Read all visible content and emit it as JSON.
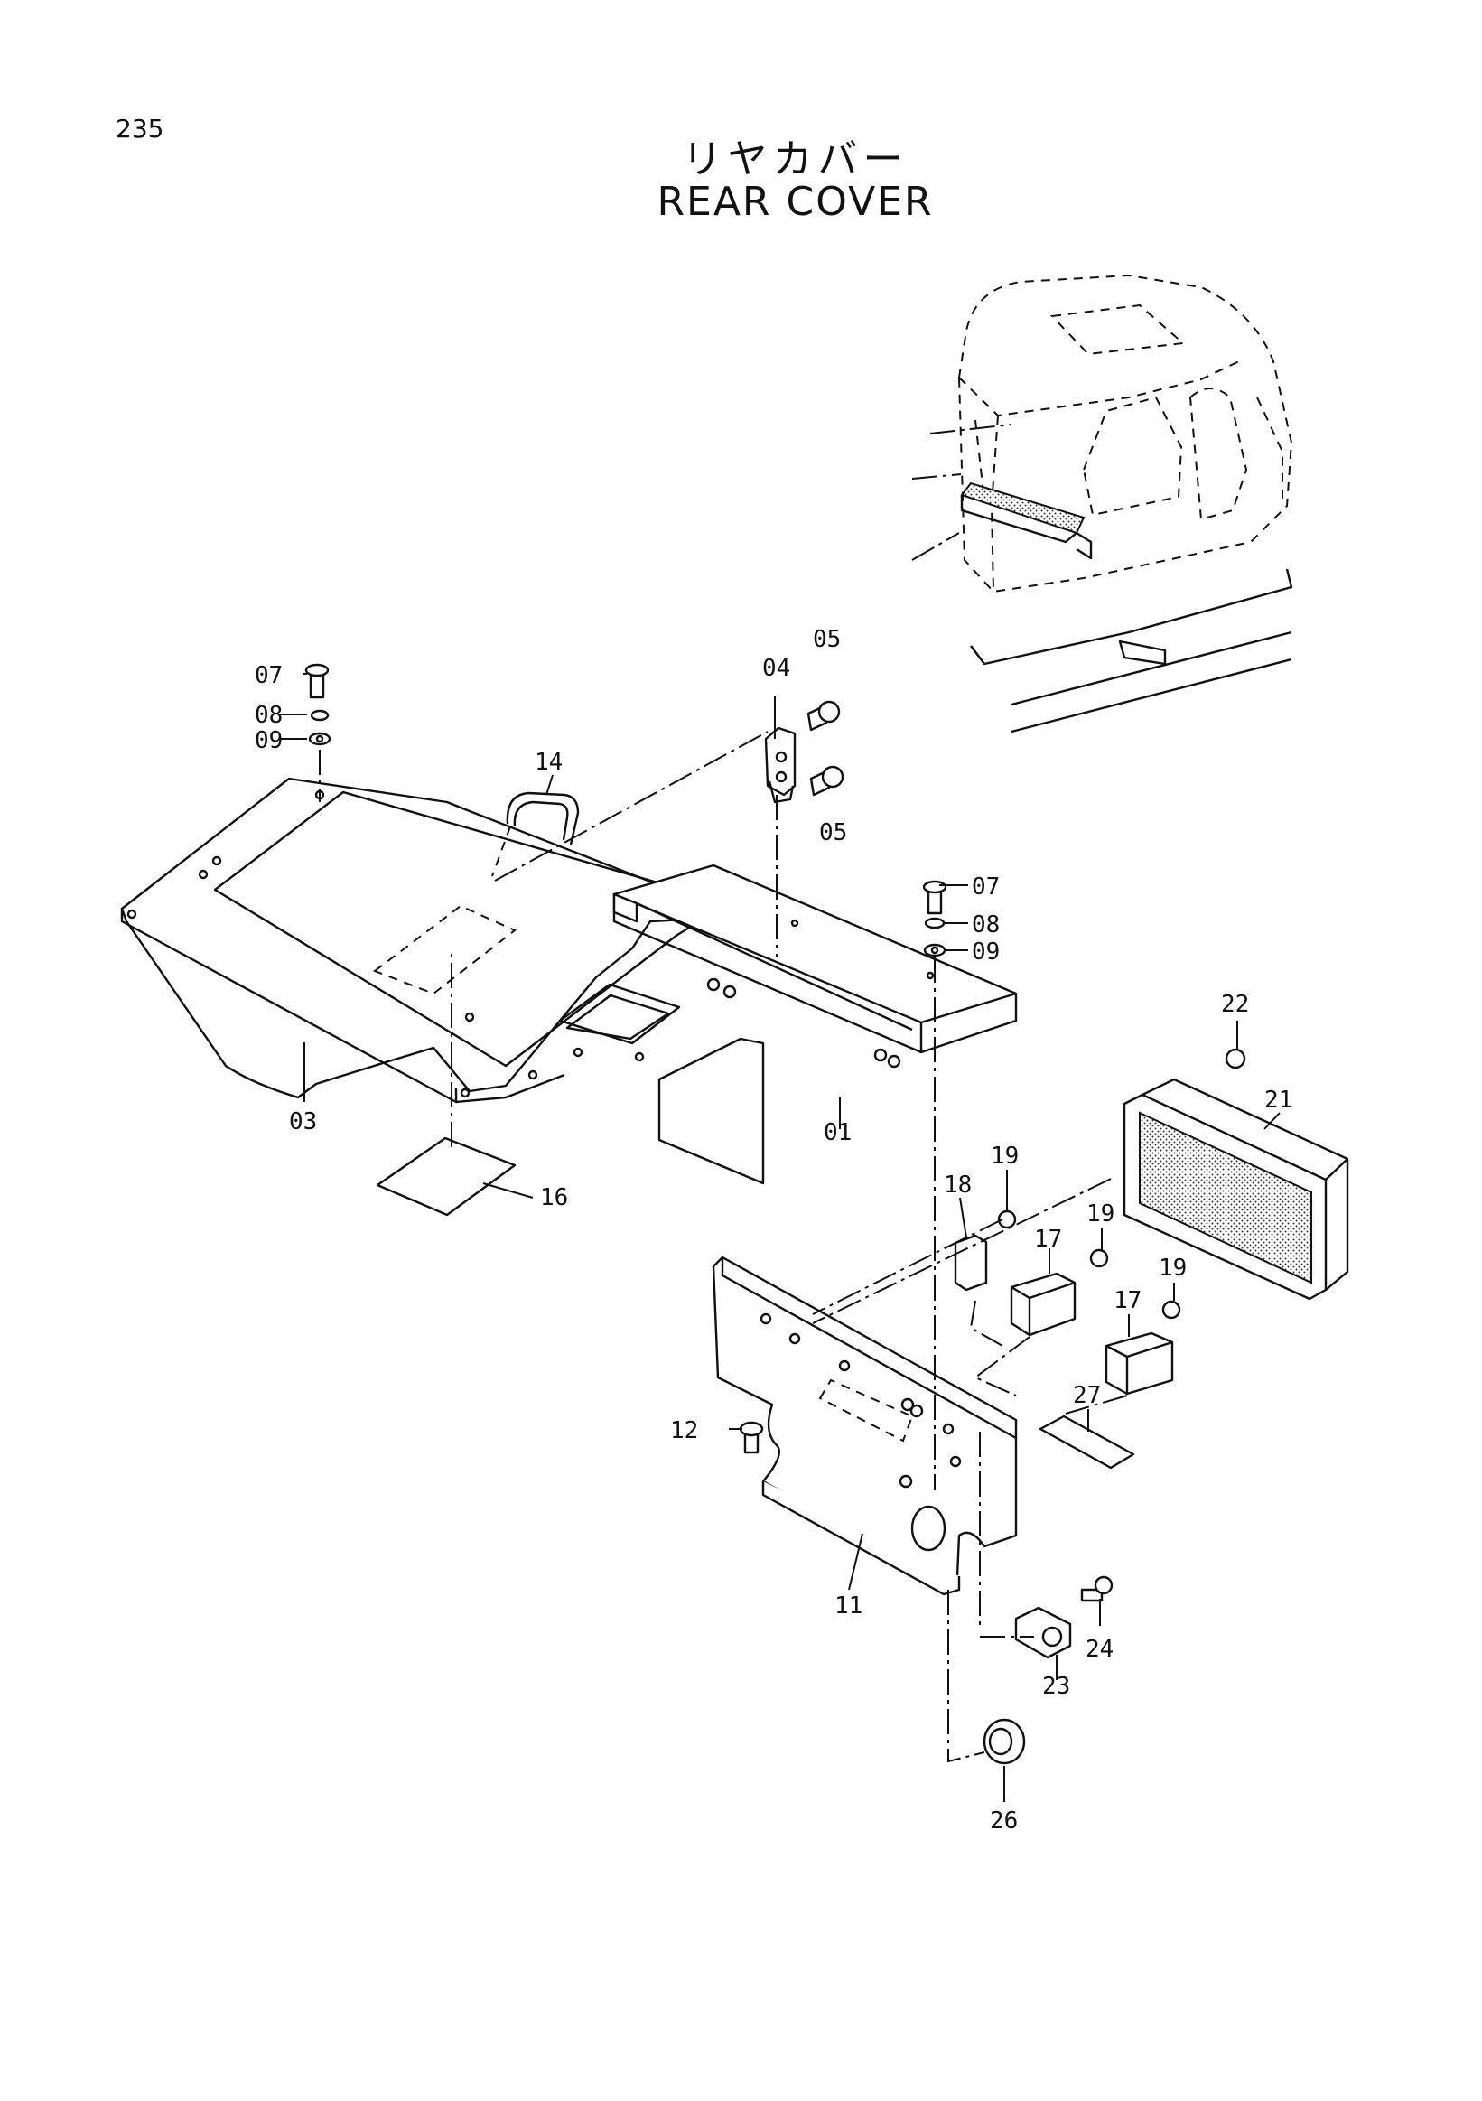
{
  "page_number": "235",
  "title_jp": "リヤカバー",
  "title_en": "REAR COVER",
  "callouts": [
    {
      "id": "01",
      "label": "01"
    },
    {
      "id": "03",
      "label": "03"
    },
    {
      "id": "04",
      "label": "04"
    },
    {
      "id": "05a",
      "label": "05"
    },
    {
      "id": "05b",
      "label": "05"
    },
    {
      "id": "07a",
      "label": "07"
    },
    {
      "id": "07b",
      "label": "07"
    },
    {
      "id": "08a",
      "label": "08"
    },
    {
      "id": "08b",
      "label": "08"
    },
    {
      "id": "09a",
      "label": "09"
    },
    {
      "id": "09b",
      "label": "09"
    },
    {
      "id": "11",
      "label": "11"
    },
    {
      "id": "12",
      "label": "12"
    },
    {
      "id": "14",
      "label": "14"
    },
    {
      "id": "16",
      "label": "16"
    },
    {
      "id": "17a",
      "label": "17"
    },
    {
      "id": "17b",
      "label": "17"
    },
    {
      "id": "18",
      "label": "18"
    },
    {
      "id": "19a",
      "label": "19"
    },
    {
      "id": "19b",
      "label": "19"
    },
    {
      "id": "19c",
      "label": "19"
    },
    {
      "id": "21",
      "label": "21"
    },
    {
      "id": "22",
      "label": "22"
    },
    {
      "id": "23",
      "label": "23"
    },
    {
      "id": "24",
      "label": "24"
    },
    {
      "id": "26",
      "label": "26"
    },
    {
      "id": "27",
      "label": "27"
    }
  ]
}
